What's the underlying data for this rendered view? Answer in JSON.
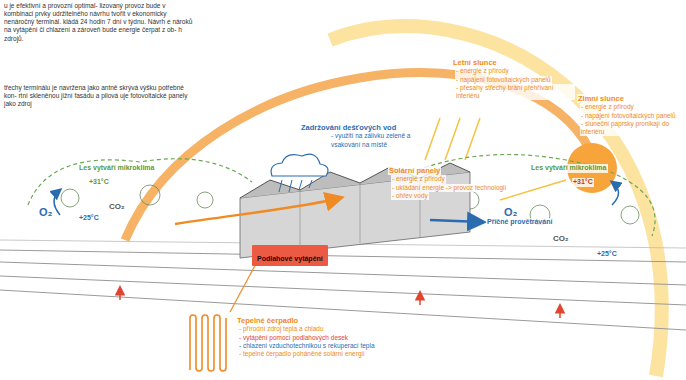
{
  "diagram": {
    "nodes": [
      {
        "text": [
          "Podlahové vytápění"
        ]
      }
    ],
    "labels": [
      "u je efektivní a provozní optimal- lizovaný provoz bude v kombinaci prvky udržitelného návrhu tvořit v ekonomicky nenáročný terminál. kládá 24 hodin 7 dní v týdnu. Návrh e nároků na vytápění či chlazení a zároveň bude energie čerpat z ob- h zdrojů.",
      "třechy terminálu je navržena jako antně skrývá výšku potřebné kon- rtní skleněnou jižní fasádu a pilová uje fotovoltaické panely jako zdroj",
      "Letní slunce",
      "- energie z přírody",
      "- napájení fotovoltaických panelů",
      "- přesahy střechy brání přehřívání interiéru",
      "Zimní slunce",
      "- energie z přírody",
      "- napájení fotovoltaických panelů",
      "- sluneční paprsky pronikají do interiéru",
      "Zadržování dešťových vod",
      "- využití na zálivku zeleně a vsakování na místě",
      "Solární panely",
      "- energie z přírody",
      "- ukládání energie -> provoz technologií",
      "- ohřev vody",
      "Les vytváří mikroklima",
      "+31°C",
      "+25°C",
      "O₂",
      "CO₂",
      "Les vytváří mikroklima",
      "+31°C",
      "O₂",
      "CO₂",
      "+25°C",
      "Příčné provětrávání",
      "Tepelné čerpadlo",
      "- přírodní zdroj tepla a chladu",
      "- vytápění pomocí podlahových desek",
      "- chlazení vzduchotechnikou s rekuperací tepla",
      "- tepelné čerpadlo poháněné solární energií"
    ]
  }
}
